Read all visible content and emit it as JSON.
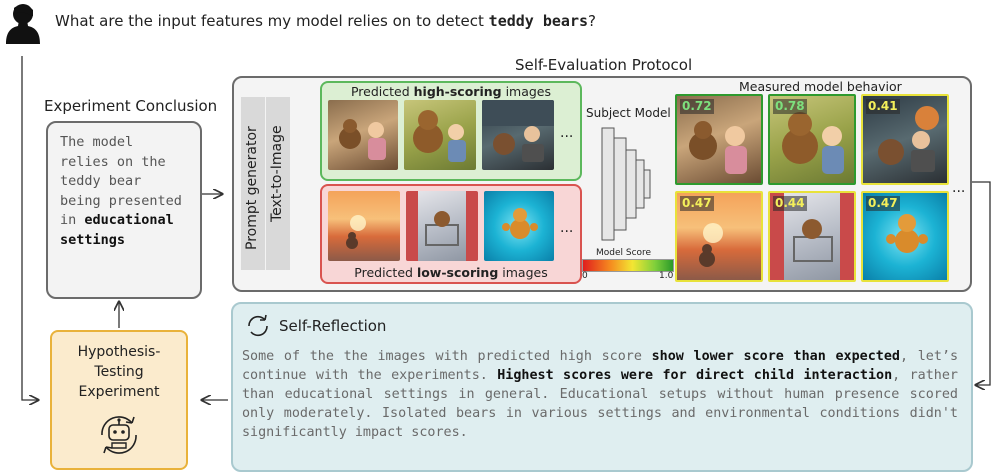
{
  "question": {
    "prefix": "What are the input features my model relies on to detect ",
    "bold": "teddy bears",
    "suffix": "?"
  },
  "conclusion": {
    "title": "Experiment Conclusion",
    "text_plain": "The model relies on the teddy bear being presented in",
    "text_bold": "educational settings"
  },
  "protocol": {
    "title": "Self-Evaluation Protocol",
    "prompt_generator": "Prompt generator",
    "text_to_image": "Text-to-Image",
    "high_prefix": "Predicted ",
    "high_bold": "high-scoring",
    "high_suffix": " images",
    "low_prefix": "Predicted ",
    "low_bold": "low-scoring",
    "low_suffix": " images",
    "ellipsis": "...",
    "subject_model": "Subject Model",
    "measured": "Measured model behavior",
    "colorbar_title": "Model Score",
    "colorbar_min": "0",
    "colorbar_max": "1.0",
    "high_scores": [
      "0.72",
      "0.78",
      "0.41"
    ],
    "low_scores": [
      "0.47",
      "0.44",
      "0.47"
    ],
    "colors": {
      "high_green": "#5cb85c",
      "low_red": "#d9534f",
      "yellow": "#e8e23a"
    }
  },
  "hypothesis": {
    "title": "Hypothesis-Testing Experiment",
    "icon": "robot-icon"
  },
  "reflection": {
    "title": "Self-Reflection",
    "segments": [
      {
        "t": "Some of the the images with predicted high score ",
        "b": false
      },
      {
        "t": "show lower score than expected",
        "b": true
      },
      {
        "t": ", let’s continue with the experiments. ",
        "b": false
      },
      {
        "t": "Highest scores were for direct child interaction",
        "b": true
      },
      {
        "t": ", rather than educational settings in general. Educational setups without human presence scored only moderately. Isolated bears in various settings and environmental conditions didn't significantly impact scores.",
        "b": false
      }
    ]
  }
}
